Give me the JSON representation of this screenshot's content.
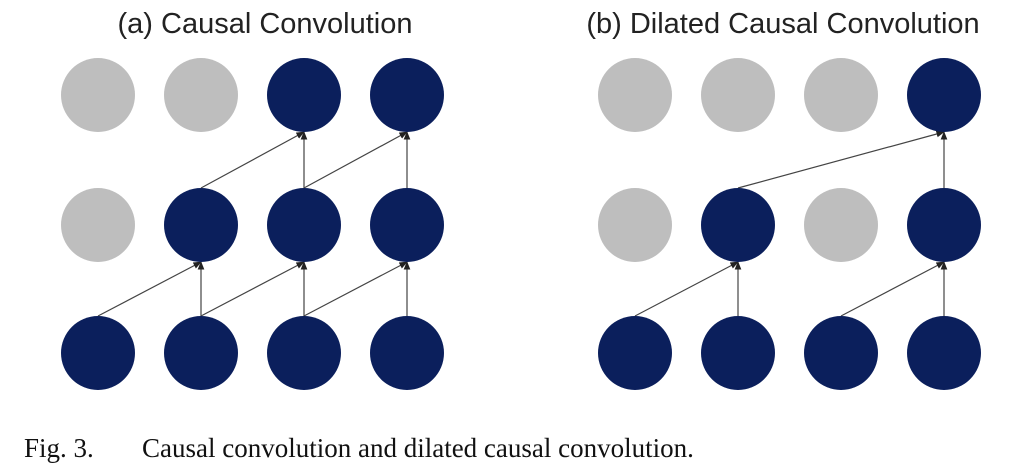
{
  "figure": {
    "caption_label": "Fig. 3.",
    "caption_text": "Causal convolution and dilated causal convolution."
  },
  "colors": {
    "active_node": "#0b1f5c",
    "inactive_node": "#bebebe",
    "edge": "#444444",
    "text": "#222222"
  },
  "panels": [
    {
      "id": "a",
      "title": "(a) Causal Convolution",
      "layers": [
        [
          "inactive",
          "inactive",
          "active",
          "active"
        ],
        [
          "inactive",
          "active",
          "active",
          "active"
        ],
        [
          "active",
          "active",
          "active",
          "active"
        ]
      ],
      "edges": [
        {
          "from": [
            2,
            0
          ],
          "to": [
            1,
            1
          ]
        },
        {
          "from": [
            2,
            1
          ],
          "to": [
            1,
            1
          ]
        },
        {
          "from": [
            2,
            1
          ],
          "to": [
            1,
            2
          ]
        },
        {
          "from": [
            2,
            2
          ],
          "to": [
            1,
            2
          ]
        },
        {
          "from": [
            2,
            2
          ],
          "to": [
            1,
            3
          ]
        },
        {
          "from": [
            2,
            3
          ],
          "to": [
            1,
            3
          ]
        },
        {
          "from": [
            1,
            1
          ],
          "to": [
            0,
            2
          ]
        },
        {
          "from": [
            1,
            2
          ],
          "to": [
            0,
            2
          ]
        },
        {
          "from": [
            1,
            2
          ],
          "to": [
            0,
            3
          ]
        },
        {
          "from": [
            1,
            3
          ],
          "to": [
            0,
            3
          ]
        }
      ]
    },
    {
      "id": "b",
      "title": "(b) Dilated Causal Convolution",
      "layers": [
        [
          "inactive",
          "inactive",
          "inactive",
          "active"
        ],
        [
          "inactive",
          "active",
          "inactive",
          "active"
        ],
        [
          "active",
          "active",
          "active",
          "active"
        ]
      ],
      "edges": [
        {
          "from": [
            2,
            0
          ],
          "to": [
            1,
            1
          ]
        },
        {
          "from": [
            2,
            1
          ],
          "to": [
            1,
            1
          ]
        },
        {
          "from": [
            2,
            2
          ],
          "to": [
            1,
            3
          ]
        },
        {
          "from": [
            2,
            3
          ],
          "to": [
            1,
            3
          ]
        },
        {
          "from": [
            1,
            1
          ],
          "to": [
            0,
            3
          ]
        },
        {
          "from": [
            1,
            3
          ],
          "to": [
            0,
            3
          ]
        }
      ]
    }
  ]
}
